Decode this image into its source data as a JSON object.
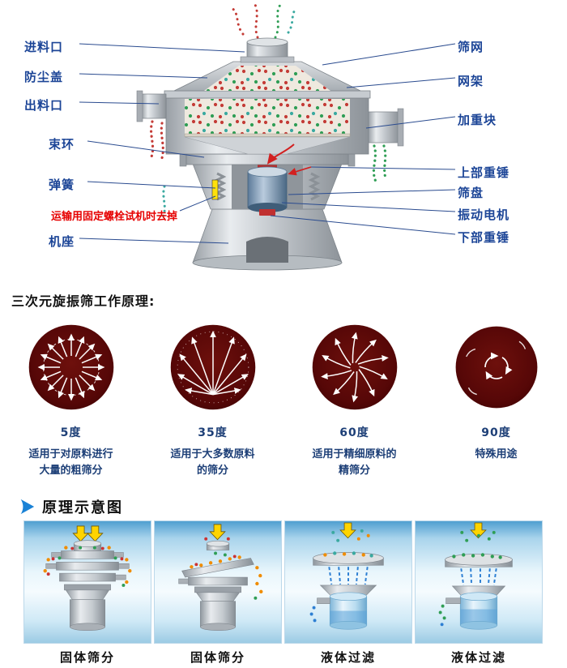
{
  "diagram": {
    "left_labels": [
      "进料口",
      "防尘盖",
      "出料口",
      "束环",
      "弹簧",
      "机座"
    ],
    "warning_label": "运输用固定螺栓试机时去掉",
    "right_labels": [
      "筛网",
      "网架",
      "加重块",
      "上部重锤",
      "筛盘",
      "振动电机",
      "下部重锤"
    ]
  },
  "principle": {
    "title": "三次元旋振筛工作原理:",
    "modes": [
      {
        "angle": "5度",
        "desc": "适用于对原料进行大量的粗筛分"
      },
      {
        "angle": "35度",
        "desc": "适用于大多数原料的筛分"
      },
      {
        "angle": "60度",
        "desc": "适用于精细原料的精筛分"
      },
      {
        "angle": "90度",
        "desc": "特殊用途"
      }
    ]
  },
  "schematic": {
    "title": "原理示意图",
    "panels": [
      {
        "caption": "固体筛分"
      },
      {
        "caption": "固体筛分"
      },
      {
        "caption": "液体过滤"
      },
      {
        "caption": "液体过滤"
      }
    ]
  },
  "colors": {
    "label_blue": "#1c4597",
    "warning_red": "#e60000",
    "circle_maroon": "#570808",
    "arrow_yellow": "#ffd400",
    "water_blue": "#2d7fd3"
  }
}
